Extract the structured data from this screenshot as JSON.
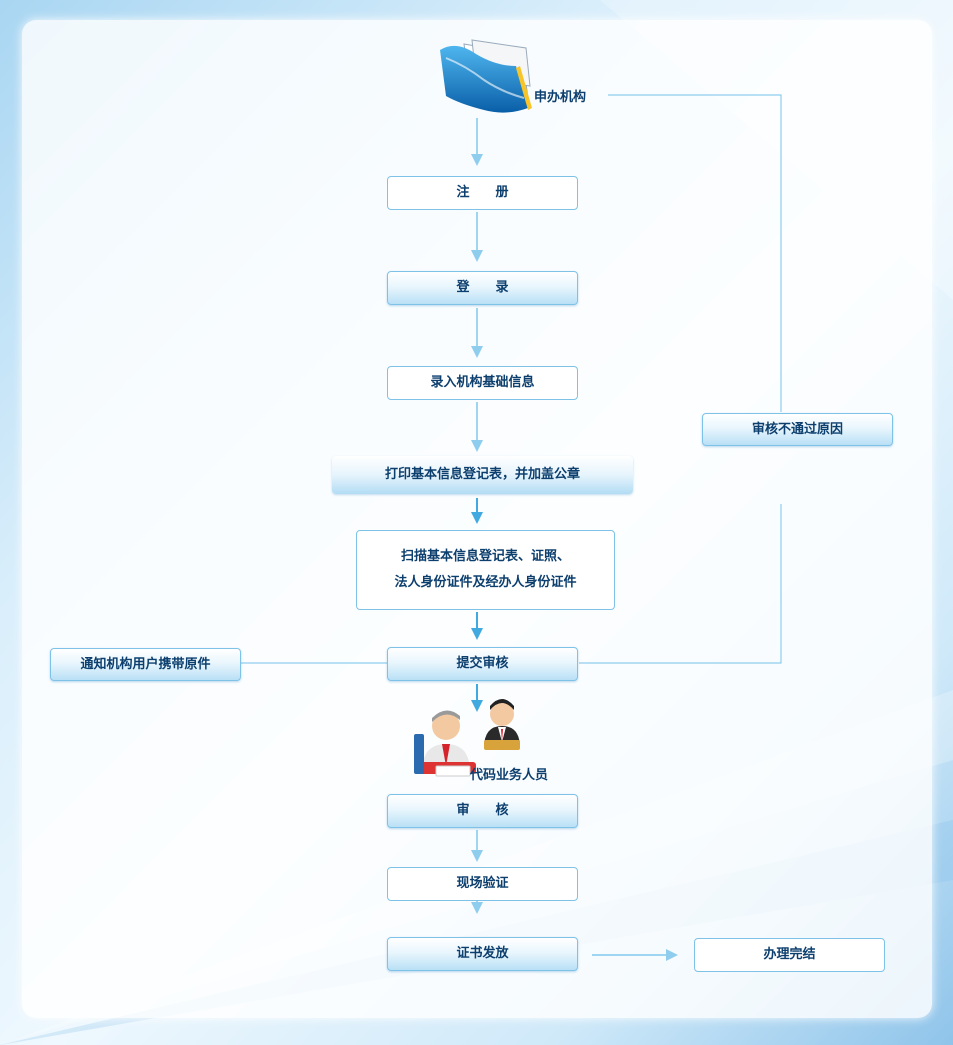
{
  "source_label": "申办机构",
  "staff_label": "代码业务人员",
  "steps": {
    "register": "注　　册",
    "login": "登　　录",
    "enter_info": "录入机构基础信息",
    "print_form": "打印基本信息登记表，并加盖公章",
    "scan_line1": "扫描基本信息登记表、证照、",
    "scan_line2": "法人身份证件及经办人身份证件",
    "submit": "提交审核",
    "review": "审　　核",
    "onsite": "现场验证",
    "issue": "证书发放",
    "done": "办理完结"
  },
  "side_nodes": {
    "notify": "通知机构用户携带原件",
    "reject_reason": "审核不通过原因"
  },
  "colors": {
    "text": "#0d3f6e",
    "arrow": "#7fc6ea",
    "arrow_dark": "#3fa9e0",
    "border": "#7fc2e8"
  }
}
